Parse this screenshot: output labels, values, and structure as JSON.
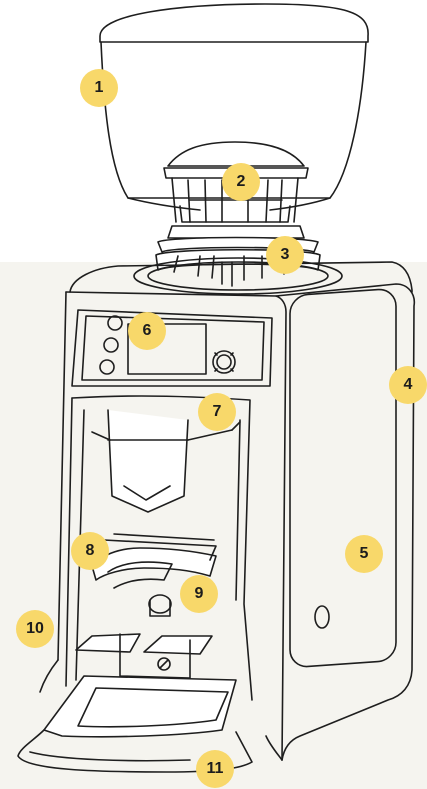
{
  "callouts": [
    {
      "label": "1"
    },
    {
      "label": "2"
    },
    {
      "label": "3"
    },
    {
      "label": "4"
    },
    {
      "label": "5"
    },
    {
      "label": "6"
    },
    {
      "label": "7"
    },
    {
      "label": "8"
    },
    {
      "label": "9"
    },
    {
      "label": "10"
    },
    {
      "label": "11"
    }
  ],
  "colors": {
    "badge": "#f8d86a",
    "background_panel": "#f5f4ef",
    "line": "#1e1e1e"
  }
}
